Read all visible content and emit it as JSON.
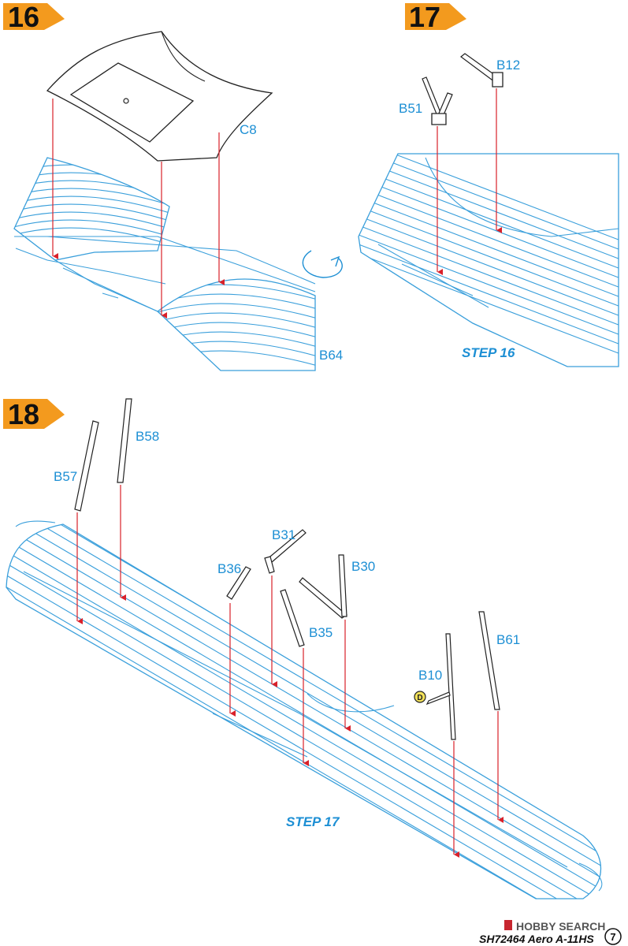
{
  "steps": [
    {
      "number": "16",
      "parts": [
        "C8",
        "B64"
      ]
    },
    {
      "number": "17",
      "parts": [
        "B12",
        "B51"
      ],
      "reference": "STEP 16"
    },
    {
      "number": "18",
      "parts": [
        "B57",
        "B58",
        "B31",
        "B36",
        "B30",
        "B35",
        "B10",
        "B61"
      ],
      "reference": "STEP 17"
    }
  ],
  "detail_badge": "D",
  "footer": {
    "kit_code": "SH72464 Aero A-11HS",
    "watermark": "HOBBY SEARCH",
    "page_number": "7"
  },
  "colors": {
    "step_badge": "#f39a1e",
    "part_labels": "#1d8fd4",
    "arrows": "#d9212a",
    "wing_lines": "#3a9fdb"
  }
}
